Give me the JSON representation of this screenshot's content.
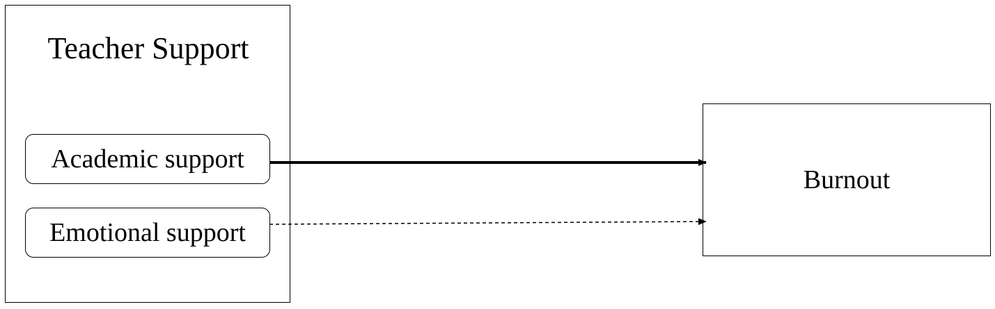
{
  "diagram": {
    "group": {
      "title": "Teacher Support",
      "items": [
        {
          "label": "Academic support"
        },
        {
          "label": "Emotional support"
        }
      ]
    },
    "target": {
      "label": "Burnout"
    },
    "edges": [
      {
        "from": "Academic support",
        "to": "Burnout",
        "style": "solid"
      },
      {
        "from": "Emotional support",
        "to": "Burnout",
        "style": "dashed"
      }
    ]
  }
}
